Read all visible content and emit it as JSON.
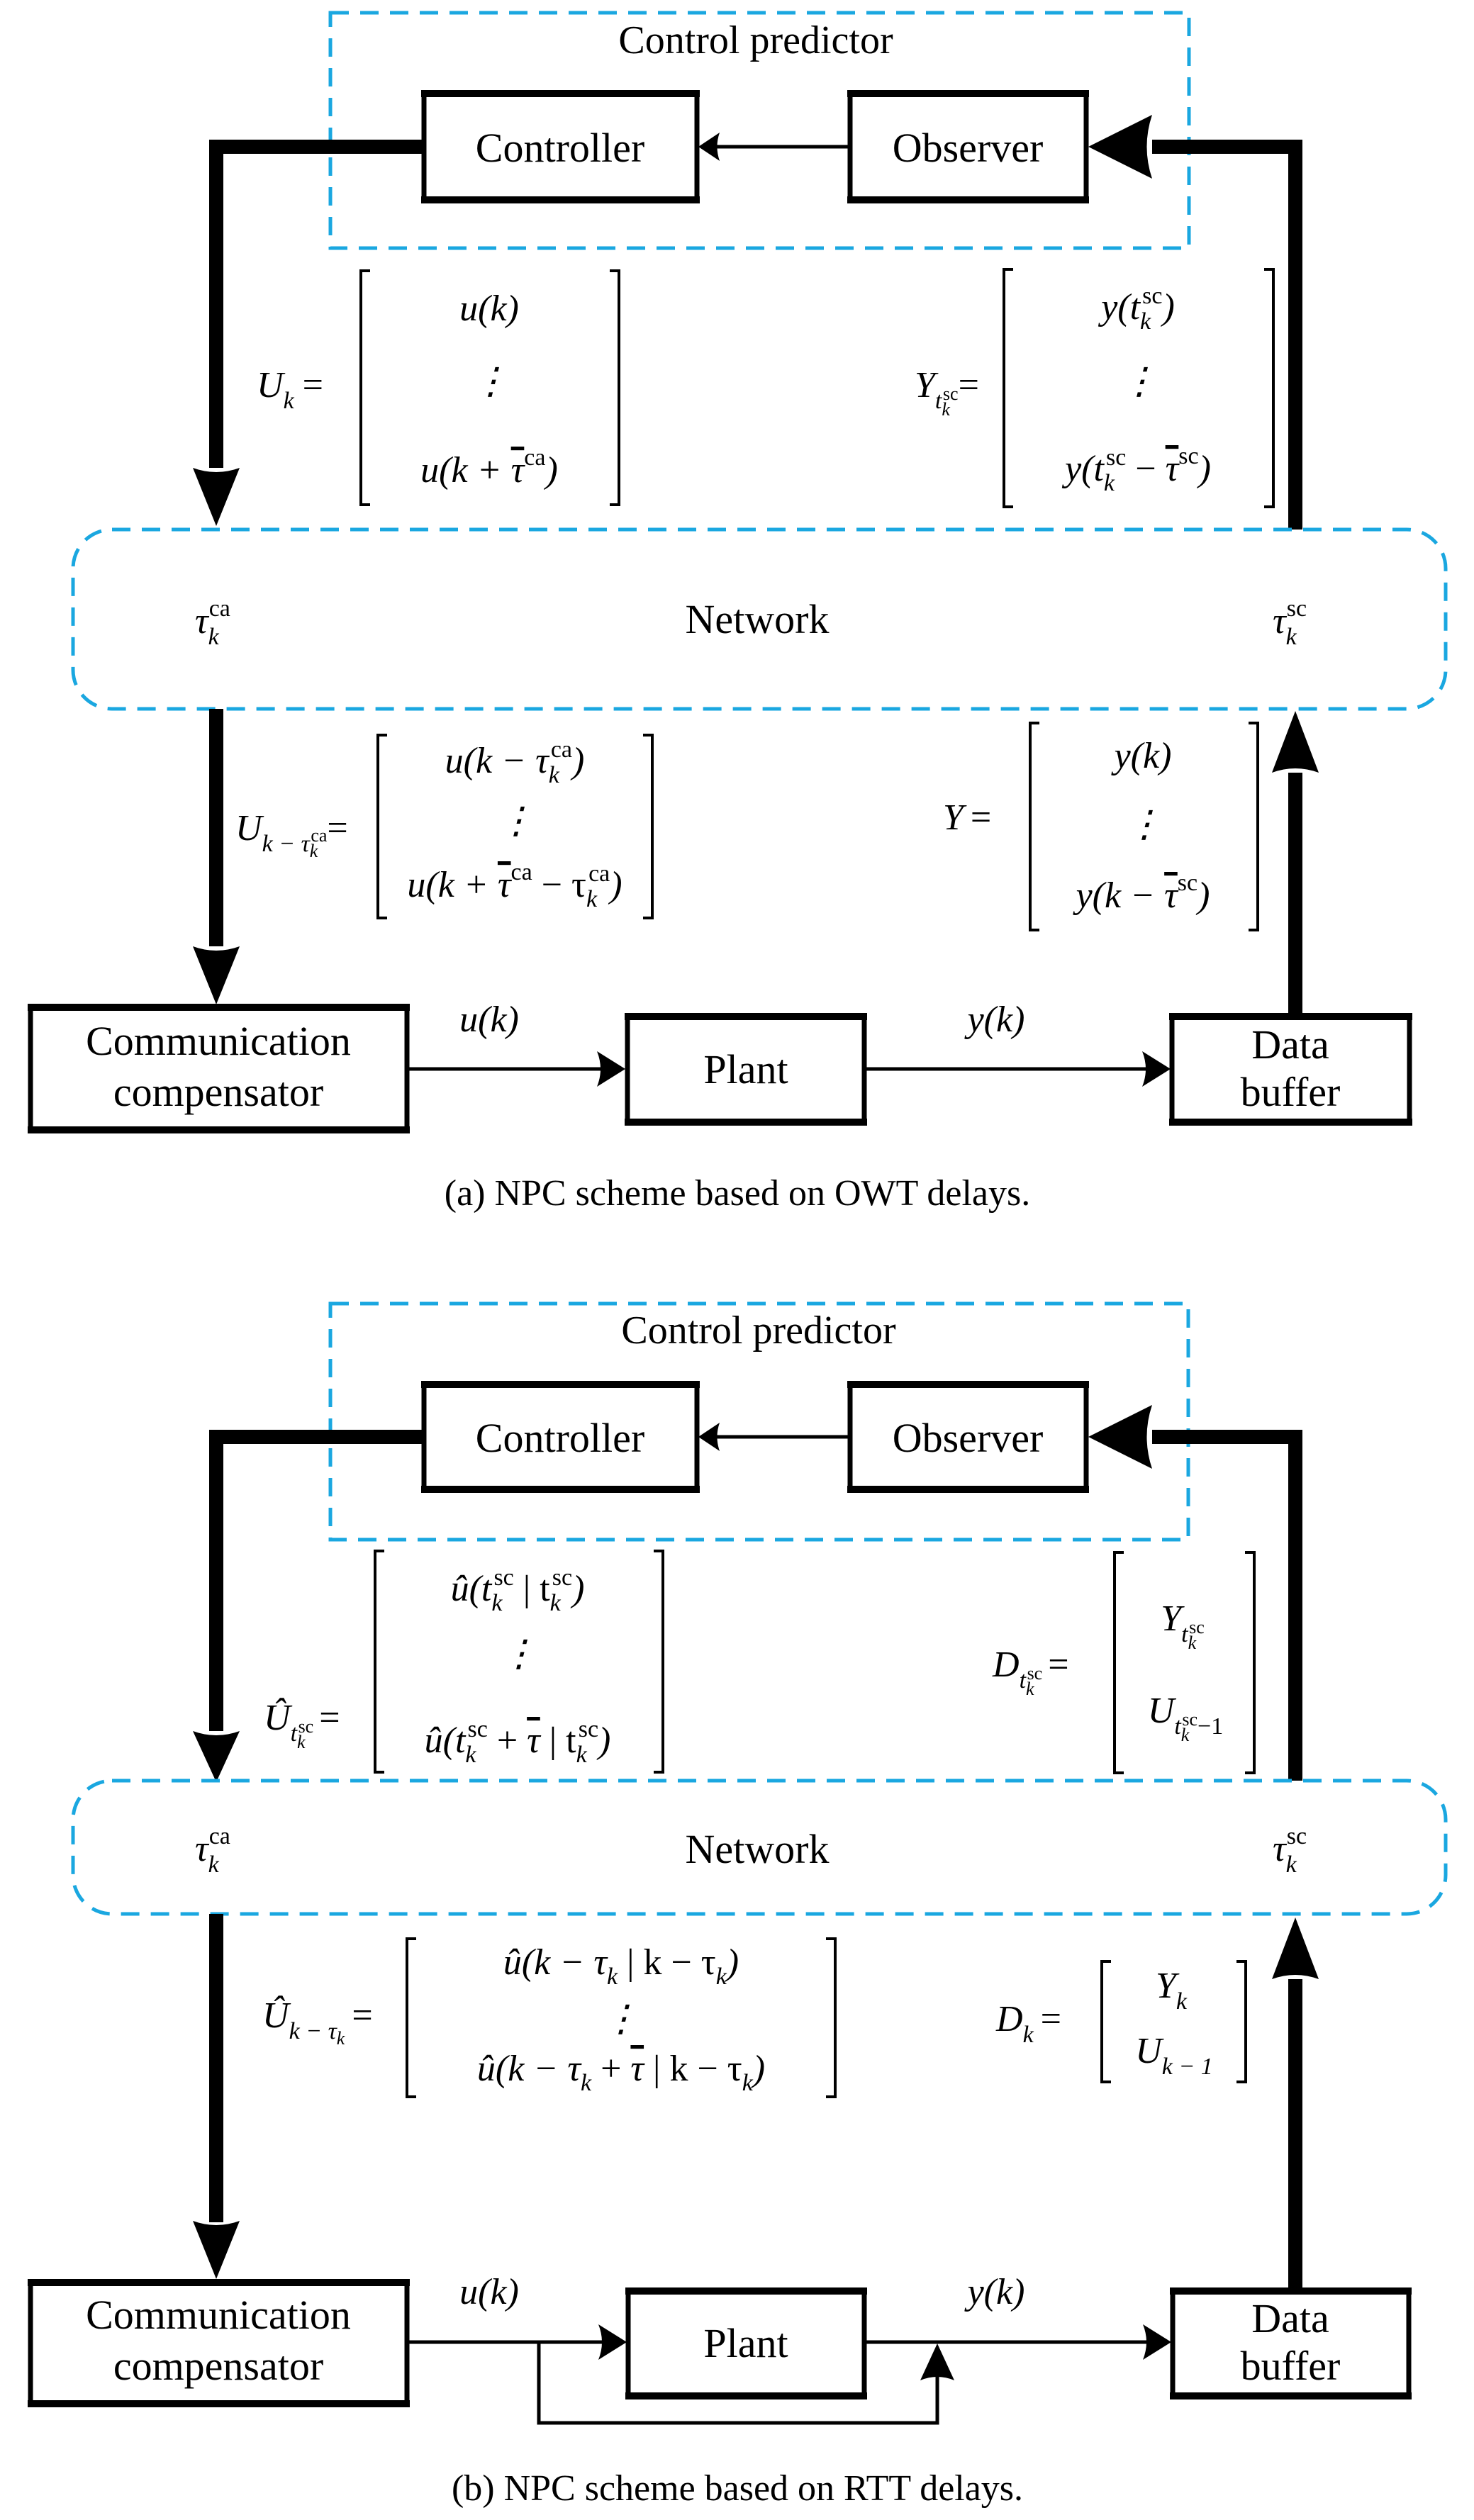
{
  "figure": {
    "panels": [
      {
        "id": "a",
        "caption": "(a) NPC scheme based on OWT delays.",
        "group_label": "Control predictor",
        "blocks": {
          "controller": "Controller",
          "observer": "Observer",
          "network": "Network",
          "comm_line1": "Communication",
          "comm_line2": "compensator",
          "plant": "Plant",
          "buffer_line1": "Data",
          "buffer_line2": "buffer"
        },
        "signals": {
          "u": "u(k)",
          "y": "y(k)",
          "tau_ca_base": "τ",
          "tau_ca_sub": "k",
          "tau_ca_sup": "ca",
          "tau_sc_base": "τ",
          "tau_sc_sub": "k",
          "tau_sc_sup": "sc"
        },
        "matrices": {
          "top_left": {
            "lhs_base": "U",
            "lhs_sub": "k",
            "rows": [
              "u(k)",
              "⋮",
              "u(k + τ̄ ca)"
            ],
            "row_text": [
              "u(k)",
              "⋮",
              "u(k + τ̄",
              "ca",
              ")"
            ]
          },
          "top_right": {
            "lhs_base": "Y",
            "lhs_sub": "t",
            "lhs_subsub": "k",
            "lhs_subsup": "sc",
            "rows": [
              "y(t_k^sc)",
              "⋮",
              "y(t_k^sc − τ̄^sc)"
            ]
          },
          "bottom_left": {
            "lhs_base": "U",
            "lhs_sub": "k − τ",
            "lhs_subsub": "k",
            "lhs_subsup": "ca",
            "rows": [
              "u(k − τ_k^ca)",
              "⋮",
              "u(k + τ̄^ca − τ_k^ca)"
            ]
          },
          "bottom_right": {
            "lhs_base": "Y",
            "rows": [
              "y(k)",
              "⋮",
              "y(k − τ̄^sc)"
            ]
          }
        }
      },
      {
        "id": "b",
        "caption": "(b) NPC scheme based on RTT delays.",
        "group_label": "Control predictor",
        "blocks": {
          "controller": "Controller",
          "observer": "Observer",
          "network": "Network",
          "comm_line1": "Communication",
          "comm_line2": "compensator",
          "plant": "Plant",
          "buffer_line1": "Data",
          "buffer_line2": "buffer"
        },
        "signals": {
          "u": "u(k)",
          "y": "y(k)",
          "tau_ca_base": "τ",
          "tau_ca_sub": "k",
          "tau_ca_sup": "ca",
          "tau_sc_base": "τ",
          "tau_sc_sub": "k",
          "tau_sc_sup": "sc"
        },
        "matrices": {
          "top_left": {
            "lhs_base": "Û",
            "lhs_sub": "t",
            "lhs_subsub": "k",
            "lhs_subsup": "sc",
            "rows": [
              "û(t_k^sc | t_k^sc)",
              "⋮",
              "û(t_k^sc + τ̄ | t_k^sc)"
            ]
          },
          "top_right": {
            "lhs_base": "D",
            "lhs_sub": "t",
            "lhs_subsub": "k",
            "lhs_subsup": "sc",
            "rows": [
              "Y_{t_k^sc}",
              "U_{t_k^sc −1}"
            ]
          },
          "bottom_left": {
            "lhs_base": "Û",
            "lhs_sub": "k − τ",
            "lhs_subsub": "k",
            "rows": [
              "û(k − τ_k | k − τ_k)",
              "⋮",
              "û(k − τ_k + τ̄ | k − τ_k)"
            ]
          },
          "bottom_right": {
            "lhs_base": "D",
            "lhs_sub": "k",
            "rows": [
              "Y_k",
              "U_{k − 1}"
            ]
          }
        }
      }
    ],
    "colors": {
      "dashed_outline": "#1aa7e0",
      "line": "#000000"
    }
  },
  "text": {
    "eq": "=",
    "vdots": "⋮",
    "a": {
      "tl_r1": "u(k)",
      "tl_r3_a": "u(k + ",
      "tl_r3_tau": "τ",
      "tl_r3_sup": "ca",
      "tl_r3_b": ")",
      "tr_r1_a": "y(t",
      "tr_r1_sub": "k",
      "tr_r1_sup": "sc",
      "tr_r1_b": ")",
      "tr_r3_a": "y(t",
      "tr_r3_sub": "k",
      "tr_r3_sup": "sc",
      "tr_r3_m": " − ",
      "tr_r3_tau": "τ",
      "tr_r3_sup2": "sc",
      "tr_r3_b": ")",
      "bl_r1_a": "u(k − τ",
      "bl_r1_sub": "k",
      "bl_r1_sup": "ca",
      "bl_r1_b": ")",
      "bl_r3_a": "u(k + ",
      "bl_r3_tau": "τ",
      "bl_r3_sup": "ca",
      "bl_r3_m": " − τ",
      "bl_r3_sub": "k",
      "bl_r3_sup2": "ca",
      "bl_r3_b": ")",
      "br_r1": "y(k)",
      "br_r3_a": "y(k − ",
      "br_r3_tau": "τ",
      "br_r3_sup": "sc",
      "br_r3_b": ")"
    },
    "b": {
      "tl_r1_a": "û(t",
      "tl_r1_sub": "k",
      "tl_r1_sup": "sc",
      "tl_r1_m": " | t",
      "tl_r1_sub2": "k",
      "tl_r1_sup2": "sc",
      "tl_r1_b": ")",
      "tl_r3_a": "û(t",
      "tl_r3_sub": "k",
      "tl_r3_sup": "sc",
      "tl_r3_m": " + ",
      "tl_r3_tau": "τ",
      "tl_r3_m2": " | t",
      "tl_r3_sub2": "k",
      "tl_r3_sup2": "sc",
      "tl_r3_b": ")",
      "tr_r1_base": "Y",
      "tr_r1_sub": "t",
      "tr_r1_subsub": "k",
      "tr_r1_subsup": "sc",
      "tr_r2_base": "U",
      "tr_r2_sub": "t",
      "tr_r2_subsub": "k",
      "tr_r2_subsup": "sc",
      "tr_r2_tail": "−1",
      "bl_r1": "û(k − τ",
      "bl_r1_sub": "k",
      "bl_r1_m": " | k − τ",
      "bl_r1_sub2": "k",
      "bl_r1_b": ")",
      "bl_r3": "û(k − τ",
      "bl_r3_sub": "k",
      "bl_r3_m": " + ",
      "bl_r3_tau": "τ",
      "bl_r3_m2": " | k − τ",
      "bl_r3_sub2": "k",
      "bl_r3_b": ")",
      "br_r1_base": "Y",
      "br_r1_sub": "k",
      "br_r2_base": "U",
      "br_r2_sub": "k − 1"
    }
  }
}
